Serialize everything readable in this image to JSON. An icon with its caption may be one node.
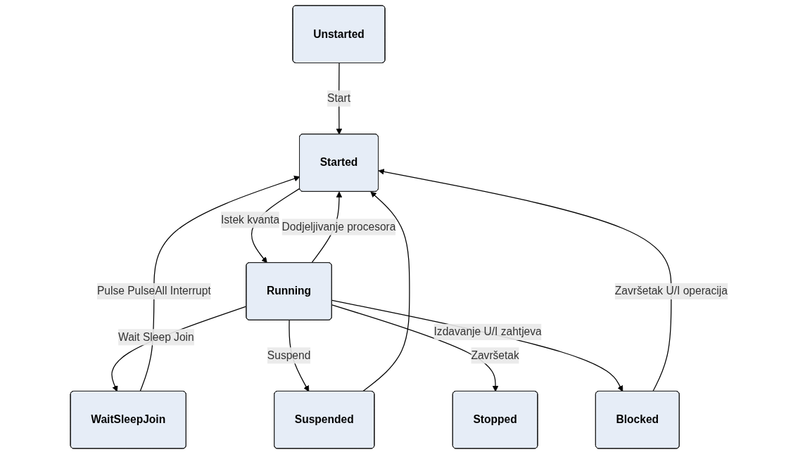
{
  "diagram": {
    "nodes": [
      {
        "text": [
          "Unstarted"
        ]
      },
      {
        "text": [
          "Started"
        ]
      },
      {
        "text": [
          "Running"
        ]
      },
      {
        "text": [
          "WaitSleepJoin"
        ]
      },
      {
        "text": [
          "Suspended"
        ]
      },
      {
        "text": [
          "Stopped"
        ]
      },
      {
        "text": [
          "Blocked"
        ]
      }
    ],
    "edges": [
      {
        "from": 0,
        "to": 1,
        "arrow": "to",
        "label": "Start"
      },
      {
        "from": 1,
        "to": 2,
        "arrow": "to",
        "label": "Istek kvanta"
      },
      {
        "from": 2,
        "to": 1,
        "arrow": "to",
        "label": "Dodjeljivanje procesora"
      },
      {
        "from": 2,
        "to": 3,
        "arrow": "to",
        "label": "Wait Sleep Join"
      },
      {
        "from": 2,
        "to": 4,
        "arrow": "to",
        "label": "Suspend"
      },
      {
        "from": 2,
        "to": 5,
        "arrow": "to",
        "label": "Završetak"
      },
      {
        "from": 2,
        "to": 6,
        "arrow": "to",
        "label": "Izdavanje U/I zahtjeva"
      },
      {
        "from": 3,
        "to": 1,
        "arrow": "to",
        "label": "Pulse PulseAll Interrupt"
      },
      {
        "from": 4,
        "to": 1,
        "arrow": "to"
      },
      {
        "from": 6,
        "to": 1,
        "arrow": "to",
        "label": "Završetak U/I operacija"
      }
    ]
  }
}
